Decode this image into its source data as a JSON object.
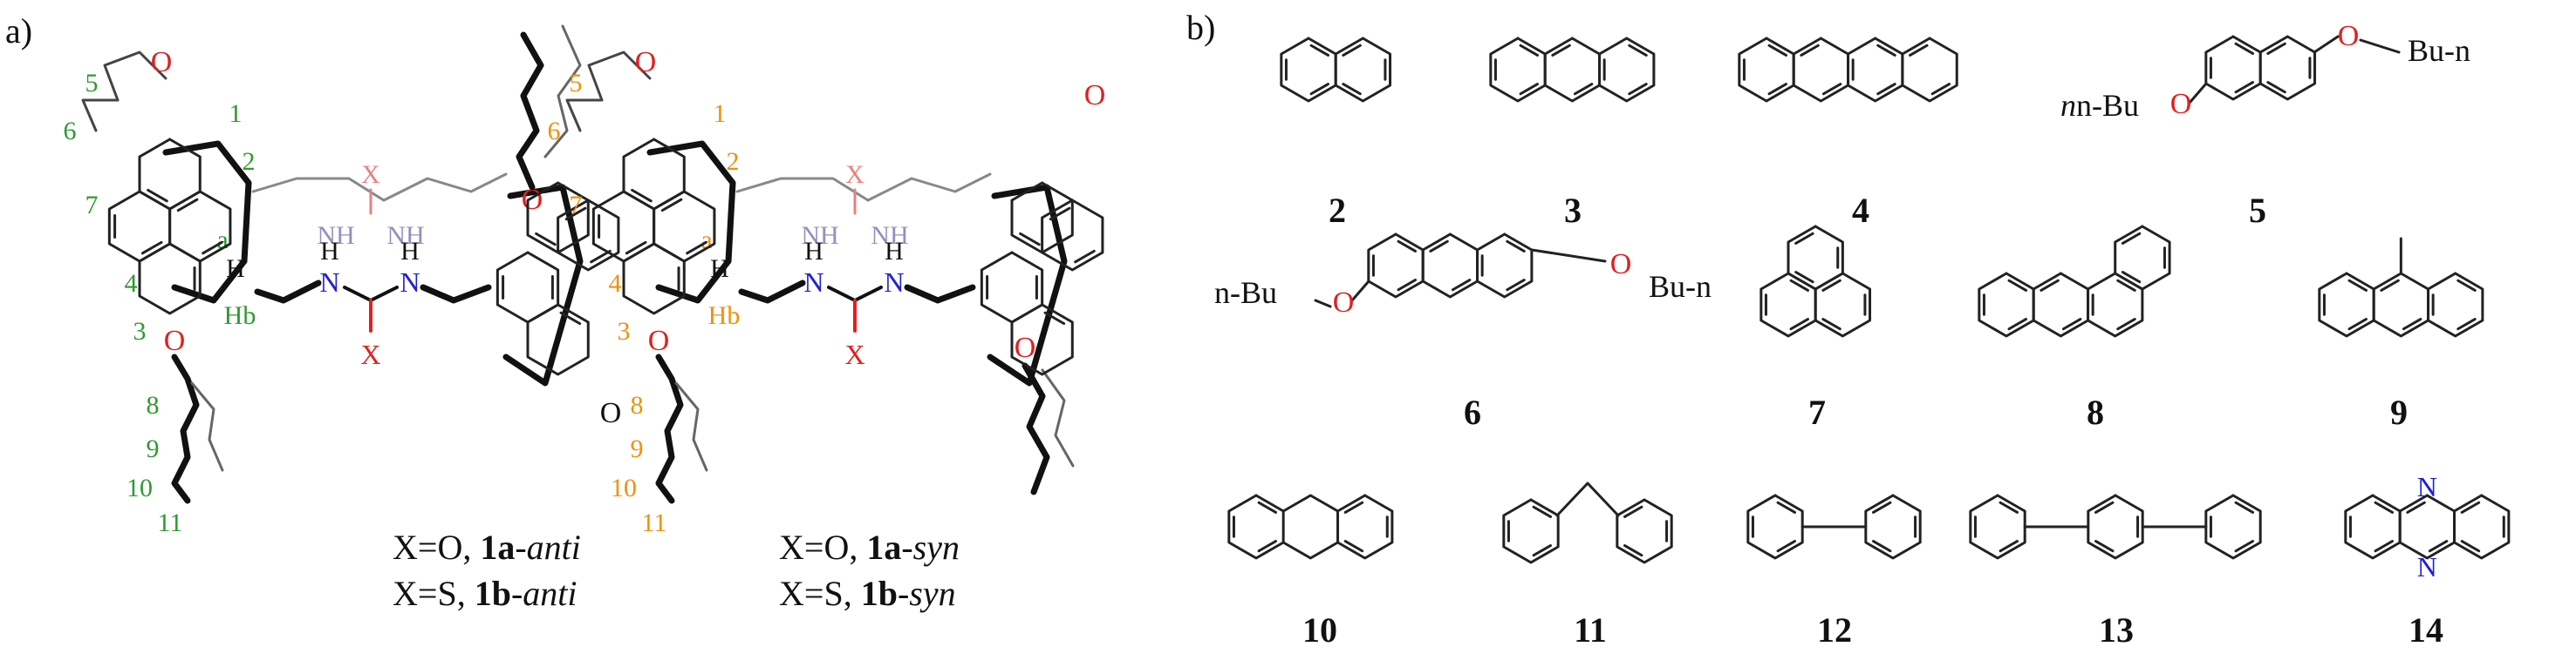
{
  "panels": {
    "a": "a)",
    "b": "b)"
  },
  "panel_a": {
    "anti": {
      "labels": [
        "5",
        "6",
        "7",
        "1",
        "2",
        "4",
        "3",
        "a",
        "Hb",
        "8",
        "9",
        "10",
        "11"
      ],
      "x_top": "X",
      "x_bottom": "X",
      "o_top": "O",
      "o_bottom": "O",
      "o_right": "O",
      "o_right_bottom": "O",
      "h": "H",
      "nh_left": "H",
      "nh_right": "H",
      "n_left": "N",
      "n_right": "N",
      "nh_gray_1": "NH",
      "nh_gray_2": "NH",
      "caption1": {
        "x": "X=O, ",
        "compound": "1a",
        "suffix": "-anti"
      },
      "caption2": {
        "x": "X=S, ",
        "compound": "1b",
        "suffix": "-anti"
      }
    },
    "syn": {
      "labels": [
        "5",
        "6",
        "7",
        "1",
        "2",
        "4",
        "3",
        "a",
        "Hb",
        "8",
        "9",
        "10",
        "11"
      ],
      "x_top": "X",
      "x_bottom": "X",
      "o_top": "O",
      "o_bottom": "O",
      "o_right": "O",
      "o_right_bottom": "O",
      "h": "H",
      "nh_left": "H",
      "nh_right": "H",
      "n_left": "N",
      "n_right": "N",
      "nh_gray_1": "NH",
      "nh_gray_2": "NH",
      "caption1": {
        "x": "X=O, ",
        "compound": "1a",
        "suffix": "-syn"
      },
      "caption2": {
        "x": "X=S, ",
        "compound": "1b",
        "suffix": "-syn"
      }
    },
    "label_colors": {
      "anti": "#2e9a2e",
      "syn": "#f0900c",
      "hetero_red": "#e02020",
      "x_red": "#e02020",
      "x_pink": "#e88080",
      "n_blue": "#2222cc",
      "n_gray": "#9090c0"
    }
  },
  "panel_b": {
    "compounds": [
      "2",
      "3",
      "4",
      "5",
      "6",
      "7",
      "8",
      "9",
      "10",
      "11",
      "12",
      "13",
      "14"
    ],
    "substituents": {
      "c5_left": "n-Bu",
      "c5_right": "Bu-n",
      "c6_left": "n-Bu",
      "c6_right": "Bu-n",
      "o": "O",
      "n": "N"
    }
  }
}
